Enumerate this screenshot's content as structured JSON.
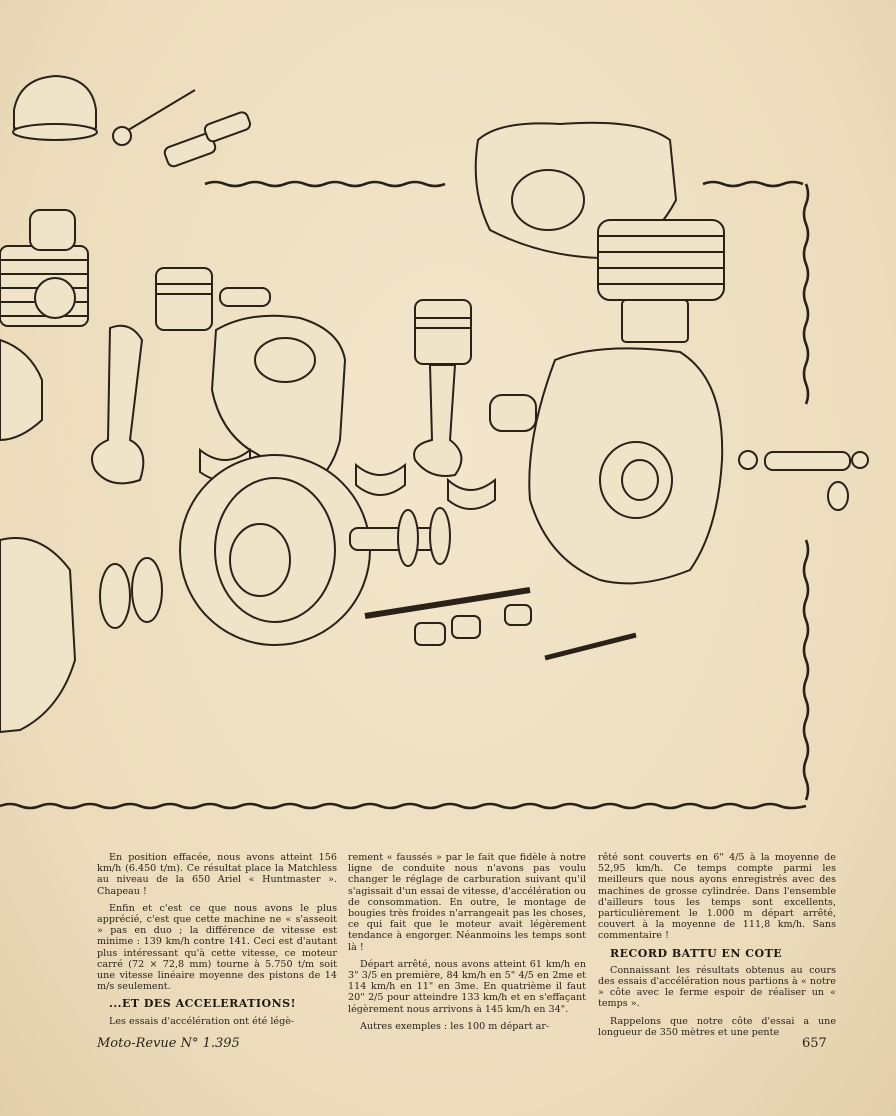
{
  "article": {
    "col1": {
      "p1": "En position effacée, nous avons atteint 156 km/h (6.450 t/m). Ce résultat place la Matchless au niveau de la 650 Ariel « Huntmaster ». Chapeau !",
      "p2": "Enfin et c'est ce que nous avons le plus apprécié, c'est que cette machine ne « s'asseoit » pas en duo ; la différence de vitesse est minime : 139 km/h contre 141. Ceci est d'autant plus intéressant qu'à cette vitesse, ce moteur carré (72 × 72,8 mm) tourne à 5.750 t/m soit une vitesse linéaire moyenne des pistons de 14 m/s seulement.",
      "heading": "...ET DES ACCELERATIONS!",
      "p3": "Les essais d'accélération ont été légè-"
    },
    "col2": {
      "p1": "rement « faussés » par le fait que fidèle à notre ligne de conduite nous n'avons pas voulu changer le réglage de carburation suivant qu'il s'agissait d'un essai de vitesse, d'accélération ou de consommation. En outre, le montage de bougies très froides n'arrangeait pas les choses, ce qui fait que le moteur avait légèrement tendance à engorger. Néanmoins les temps sont là !",
      "p2": "Départ arrêté, nous avons atteint 61 km/h en 3\" 3/5 en première, 84 km/h en 5\" 4/5 en 2me et 114 km/h en 11\" en 3me. En quatrième il faut 20\" 2/5 pour atteindre 133 km/h et en s'effaçant légèrement nous arrivons à 145 km/h en 34\".",
      "p3": "Autres exemples : les 100 m départ ar-"
    },
    "col3": {
      "p1": "rêté sont couverts en 6\" 4/5 à la moyenne de 52,95 km/h. Ce temps compte parmi les meilleurs que nous ayons enregistrés avec des machines de grosse cylindrée. Dans l'ensemble d'ailleurs tous les temps sont excellents, particulièrement le 1.000 m départ arrêté, couvert à la moyenne de 111,8 km/h. Sans commentaire !",
      "heading": "RECORD BATTU EN COTE",
      "p2": "Connaissant les résultats obtenus au cours des essais d'accélération nous partions à « notre » côte avec le ferme espoir de réaliser un « temps ».",
      "p3": "Rappelons que notre côte d'essai a une longueur de 350 mètres et une pente"
    }
  },
  "footer": {
    "publication": "Moto-Revue N° 1.395",
    "page_number": "657"
  },
  "colors": {
    "paper": "#efe0c2",
    "ink": "#2a2218"
  },
  "illustration": {
    "subject": "exploded-engine-diagram-icon"
  }
}
